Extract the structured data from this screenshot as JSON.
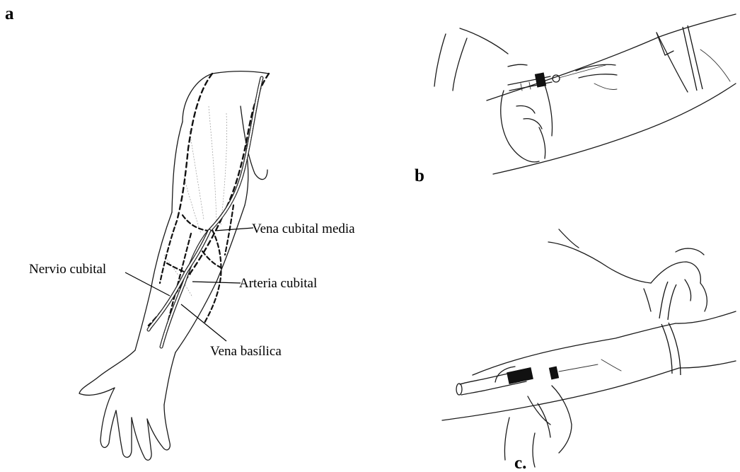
{
  "panels": {
    "a": "a",
    "b": "b",
    "c": "c."
  },
  "labels": {
    "vena_cubital_media": "Vena cubital media",
    "nervio_cubital": "Nervio cubital",
    "arteria_cubital": "Arteria cubital",
    "vena_basilica": "Vena basílica"
  }
}
